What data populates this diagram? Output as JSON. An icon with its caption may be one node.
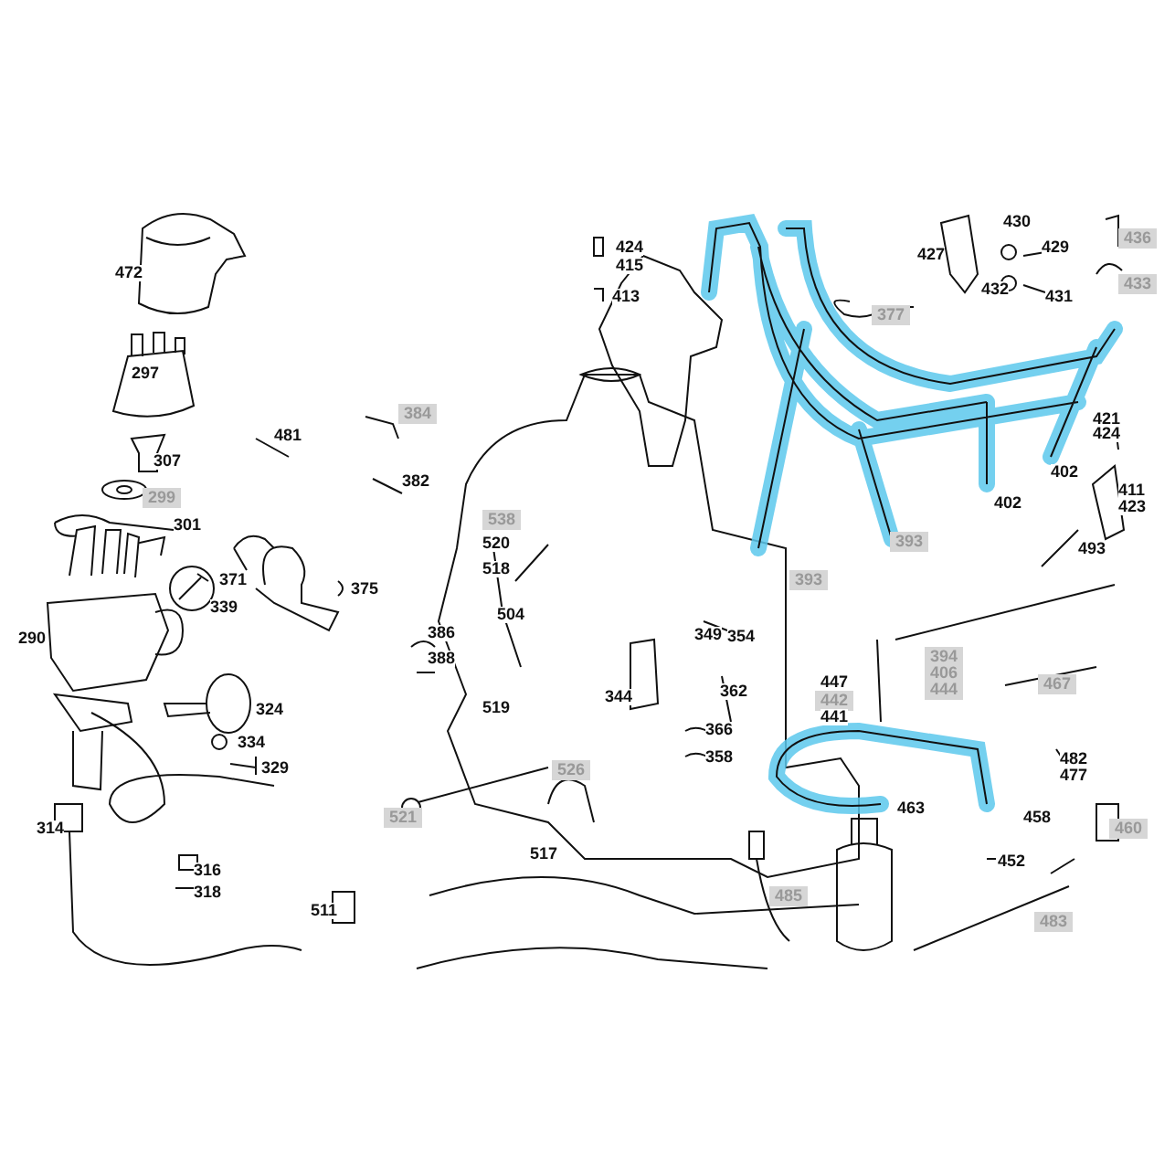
{
  "diagram": {
    "labels": [
      "472",
      "424",
      "415",
      "413",
      "430",
      "436",
      "427",
      "429",
      "432",
      "431",
      "433",
      "377",
      "297",
      "384",
      "421",
      "424",
      "481",
      "307",
      "382",
      "299",
      "411",
      "423",
      "301",
      "402",
      "538",
      "520",
      "393",
      "402",
      "493",
      "371",
      "375",
      "518",
      "393",
      "339",
      "504",
      "386",
      "388",
      "349",
      "354",
      "290",
      "394",
      "406",
      "444",
      "467",
      "344",
      "362",
      "447",
      "442",
      "441",
      "324",
      "519",
      "366",
      "334",
      "358",
      "329",
      "482",
      "477",
      "526",
      "521",
      "463",
      "458",
      "460",
      "314",
      "452",
      "517",
      "316",
      "318",
      "485",
      "511",
      "483"
    ]
  }
}
